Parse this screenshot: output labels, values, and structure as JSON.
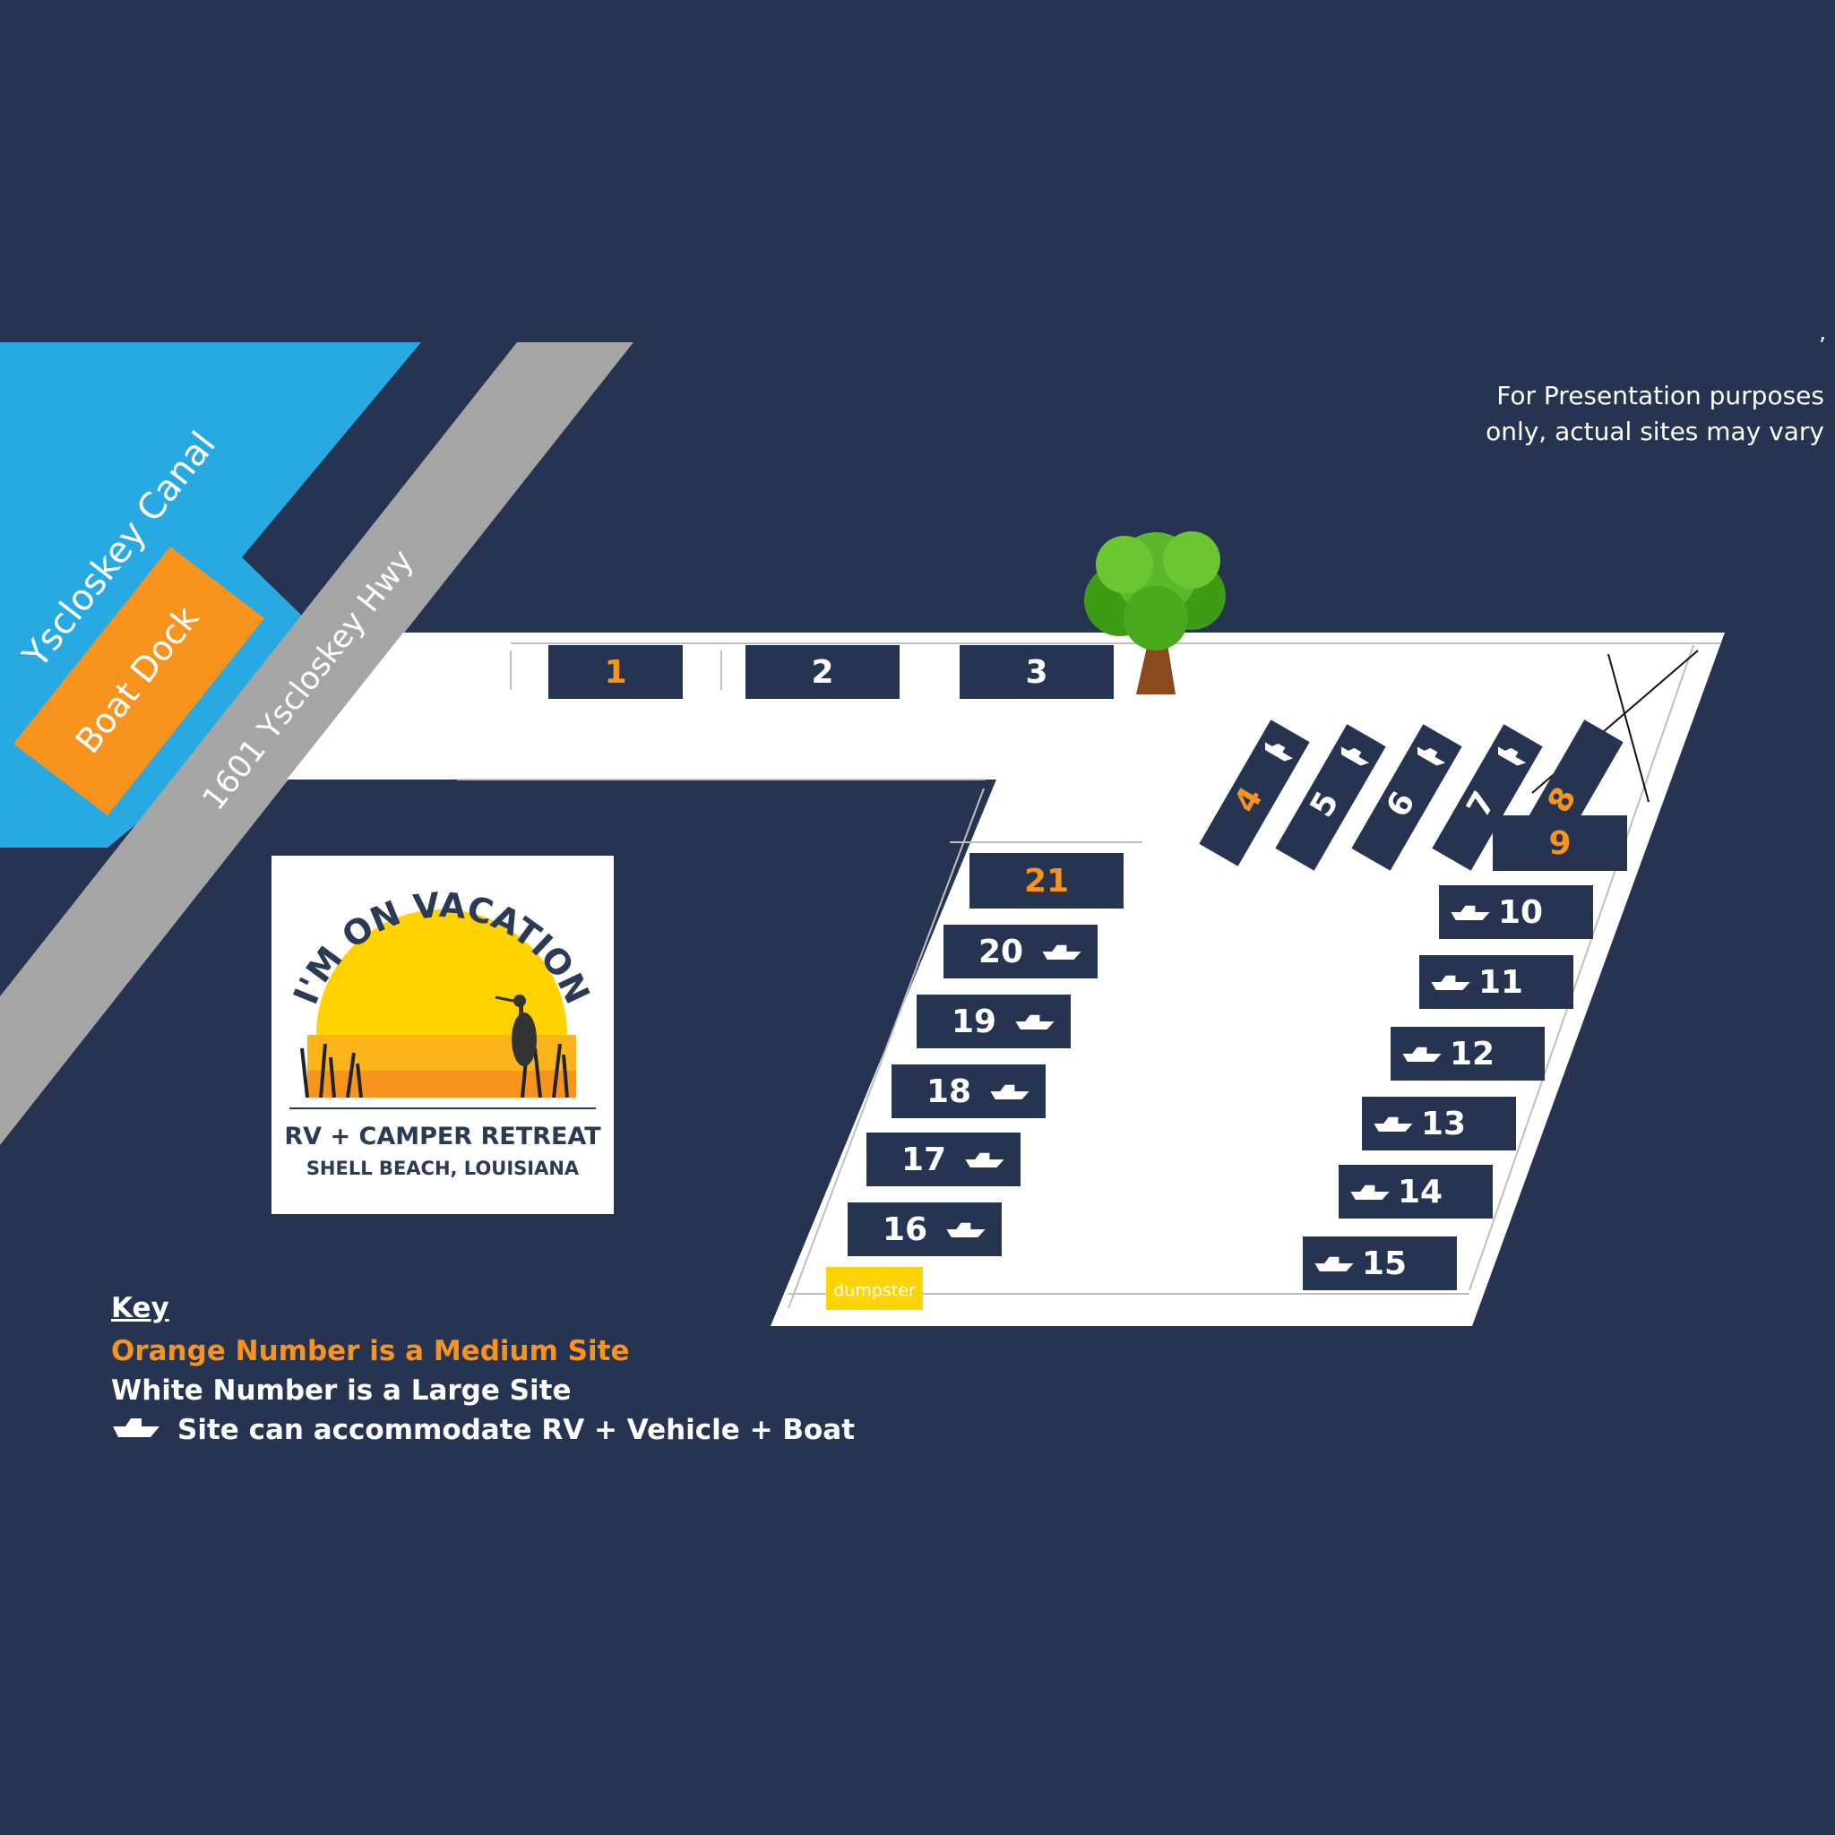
{
  "canal": {
    "label": "Yscloskey Canal"
  },
  "dock": {
    "label": "Boat Dock"
  },
  "highway": {
    "label": "1601 Yscloskey Hwy"
  },
  "disclaimer": {
    "mark": "’",
    "line1": "For Presentation purposes",
    "line2": "only, actual sites may vary"
  },
  "dumpster": {
    "label": "dumpster"
  },
  "logo": {
    "headline": "I'M ON VACATION",
    "line1": "RV + CAMPER RETREAT",
    "line2": "SHELL BEACH, LOUISIANA"
  },
  "key": {
    "title": "Key",
    "medium": "Orange Number is a Medium Site",
    "large": "White Number is a Large Site",
    "boat": "Site can accommodate RV + Vehicle + Boat"
  },
  "sites": [
    {
      "id": 1,
      "label": "1",
      "size": "medium",
      "boat": false
    },
    {
      "id": 2,
      "label": "2",
      "size": "large",
      "boat": false
    },
    {
      "id": 3,
      "label": "3",
      "size": "large",
      "boat": false
    },
    {
      "id": 4,
      "label": "4",
      "size": "medium",
      "boat": true
    },
    {
      "id": 5,
      "label": "5",
      "size": "large",
      "boat": true
    },
    {
      "id": 6,
      "label": "6",
      "size": "large",
      "boat": true
    },
    {
      "id": 7,
      "label": "7",
      "size": "large",
      "boat": true
    },
    {
      "id": 8,
      "label": "8",
      "size": "medium",
      "boat": false
    },
    {
      "id": 9,
      "label": "9",
      "size": "medium",
      "boat": false
    },
    {
      "id": 10,
      "label": "10",
      "size": "large",
      "boat": true
    },
    {
      "id": 11,
      "label": "11",
      "size": "large",
      "boat": true
    },
    {
      "id": 12,
      "label": "12",
      "size": "large",
      "boat": true
    },
    {
      "id": 13,
      "label": "13",
      "size": "large",
      "boat": true
    },
    {
      "id": 14,
      "label": "14",
      "size": "large",
      "boat": true
    },
    {
      "id": 15,
      "label": "15",
      "size": "large",
      "boat": true
    },
    {
      "id": 16,
      "label": "16",
      "size": "large",
      "boat": true
    },
    {
      "id": 17,
      "label": "17",
      "size": "large",
      "boat": true
    },
    {
      "id": 18,
      "label": "18",
      "size": "large",
      "boat": true
    },
    {
      "id": 19,
      "label": "19",
      "size": "large",
      "boat": true
    },
    {
      "id": 20,
      "label": "20",
      "size": "large",
      "boat": true
    },
    {
      "id": 21,
      "label": "21",
      "size": "medium",
      "boat": false
    }
  ],
  "colors": {
    "background": "#263451",
    "canal": "#29a9e1",
    "dock": "#f7941d",
    "road": "#a5a5a5",
    "lot": "#ffffff",
    "site": "#263451",
    "medium": "#f7941d",
    "large": "#ffffff",
    "dumpster": "#ffd400"
  }
}
